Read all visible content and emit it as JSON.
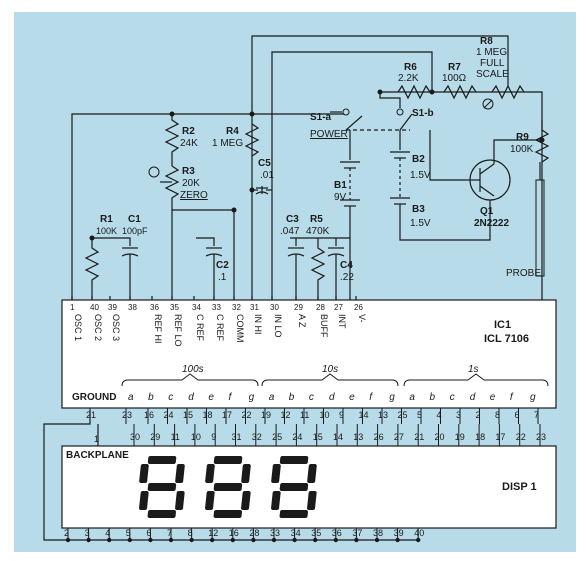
{
  "components": {
    "r8": {
      "ref": "R8",
      "value": "1 MEG",
      "note1": "FULL",
      "note2": "SCALE"
    },
    "r6": {
      "ref": "R6",
      "value": "2.2K"
    },
    "r7": {
      "ref": "R7",
      "value": "100Ω"
    },
    "r9": {
      "ref": "R9",
      "value": "100K"
    },
    "r2": {
      "ref": "R2",
      "value": "24K"
    },
    "r3": {
      "ref": "R3",
      "value": "20K",
      "note": "ZERO"
    },
    "r4": {
      "ref": "R4",
      "value": "1 MEG"
    },
    "r1": {
      "ref": "R1",
      "value": "100K"
    },
    "c1": {
      "ref": "C1",
      "value": "100pF"
    },
    "c2": {
      "ref": "C2",
      "value": ".1"
    },
    "c5": {
      "ref": "C5",
      "value": ".01"
    },
    "c3": {
      "ref": "C3",
      "value": ".047"
    },
    "r5": {
      "ref": "R5",
      "value": "470K"
    },
    "c4": {
      "ref": "C4",
      "value": ".22"
    },
    "b1": {
      "ref": "B1",
      "value": "9V"
    },
    "b2": {
      "ref": "B2",
      "value": "1.5V"
    },
    "b3": {
      "ref": "B3",
      "value": "1.5V"
    },
    "s1a": {
      "ref": "S1-a",
      "note": "POWER"
    },
    "s1b": {
      "ref": "S1-b"
    },
    "q1": {
      "ref": "Q1",
      "value": "2N2222"
    },
    "probe": "PROBE"
  },
  "ic": {
    "ref": "IC1",
    "part": "ICL 7106",
    "top_pins": [
      {
        "num": "1",
        "label": "OSC 1"
      },
      {
        "num": "40",
        "label": "OSC 2"
      },
      {
        "num": "39",
        "label": "OSC 3"
      },
      {
        "num": "38",
        "label": ""
      },
      {
        "num": "36",
        "label": "REF HI"
      },
      {
        "num": "35",
        "label": "REF LO"
      },
      {
        "num": "34",
        "label": "C REF"
      },
      {
        "num": "33",
        "label": "C REF"
      },
      {
        "num": "32",
        "label": "COMM"
      },
      {
        "num": "31",
        "label": "IN HI"
      },
      {
        "num": "30",
        "label": "IN LO"
      },
      {
        "num": "29",
        "label": "A Z"
      },
      {
        "num": "28",
        "label": "BUFF"
      },
      {
        "num": "27",
        "label": "INT"
      },
      {
        "num": "26",
        "label": "V-"
      }
    ],
    "ground_label": "GROUND",
    "group_labels": [
      "100s",
      "10s",
      "1s"
    ],
    "segment_letters": [
      "a",
      "b",
      "c",
      "d",
      "e",
      "f",
      "g",
      "a",
      "b",
      "c",
      "d",
      "e",
      "f",
      "g",
      "a",
      "b",
      "c",
      "d",
      "e",
      "f",
      "g"
    ],
    "bottom_pins_top": [
      "21",
      "23",
      "16",
      "24",
      "15",
      "18",
      "17",
      "22",
      "19",
      "12",
      "11",
      "10",
      "9",
      "14",
      "13",
      "25",
      "5",
      "4",
      "3",
      "2",
      "8",
      "6",
      "7"
    ],
    "bottom_pins_bottom": [
      "30",
      "29",
      "11",
      "10",
      "9",
      "31",
      "32",
      "25",
      "24",
      "15",
      "14",
      "13",
      "26",
      "27",
      "21",
      "20",
      "19",
      "18",
      "17",
      "22",
      "23"
    ]
  },
  "display": {
    "ref": "DISP 1",
    "backplane": "BACKPLANE",
    "digits": "888",
    "top_pin_1": "1",
    "bottom_pins": [
      "2",
      "3",
      "4",
      "5",
      "6",
      "7",
      "8",
      "12",
      "16",
      "28",
      "33",
      "34",
      "35",
      "36",
      "37",
      "38",
      "39",
      "40"
    ]
  }
}
